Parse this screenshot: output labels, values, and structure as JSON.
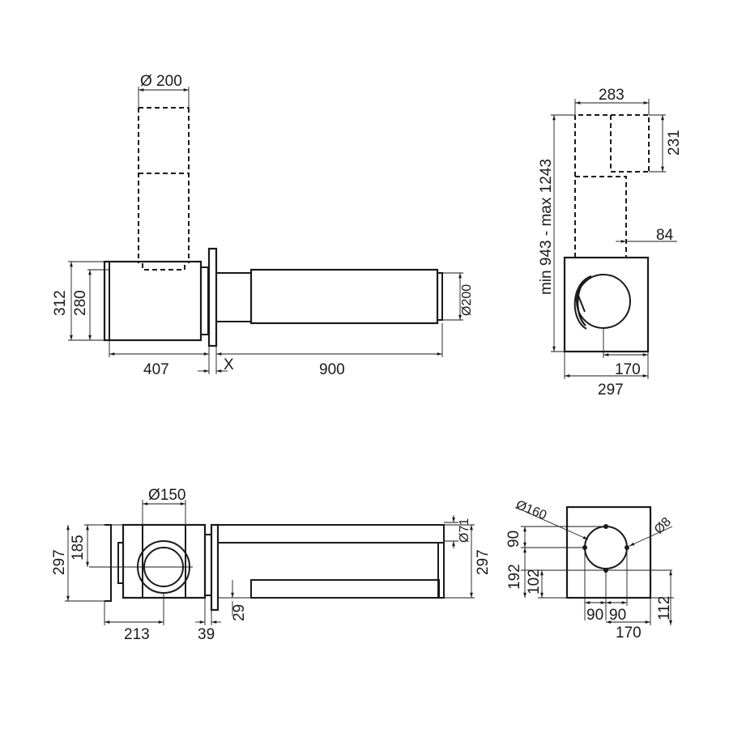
{
  "views": {
    "side": {
      "dia_top": "Ø 200",
      "h_outer": "312",
      "h_inner": "280",
      "w_box": "407",
      "x_gap": "X",
      "len_pipe": "900",
      "dia_pipe": "Ø200"
    },
    "front": {
      "w_top": "283",
      "h_top": "231",
      "range": "min 943 - max 1243",
      "offset": "84",
      "w_inner": "170",
      "w_outer": "297"
    },
    "plan": {
      "dia_top": "Ø150",
      "h_inner": "185",
      "h_outer": "297",
      "w_box": "213",
      "plate": "39",
      "offset": "29",
      "dia_side": "Ø71",
      "h_pipe": "297"
    },
    "mount": {
      "dia_circle": "Ø160",
      "dia_hole": "Ø8",
      "v_90": "90",
      "v_192": "192",
      "v_102": "102",
      "h_left": "90",
      "h_right": "90",
      "h_total": "170",
      "v_right": "112"
    }
  }
}
